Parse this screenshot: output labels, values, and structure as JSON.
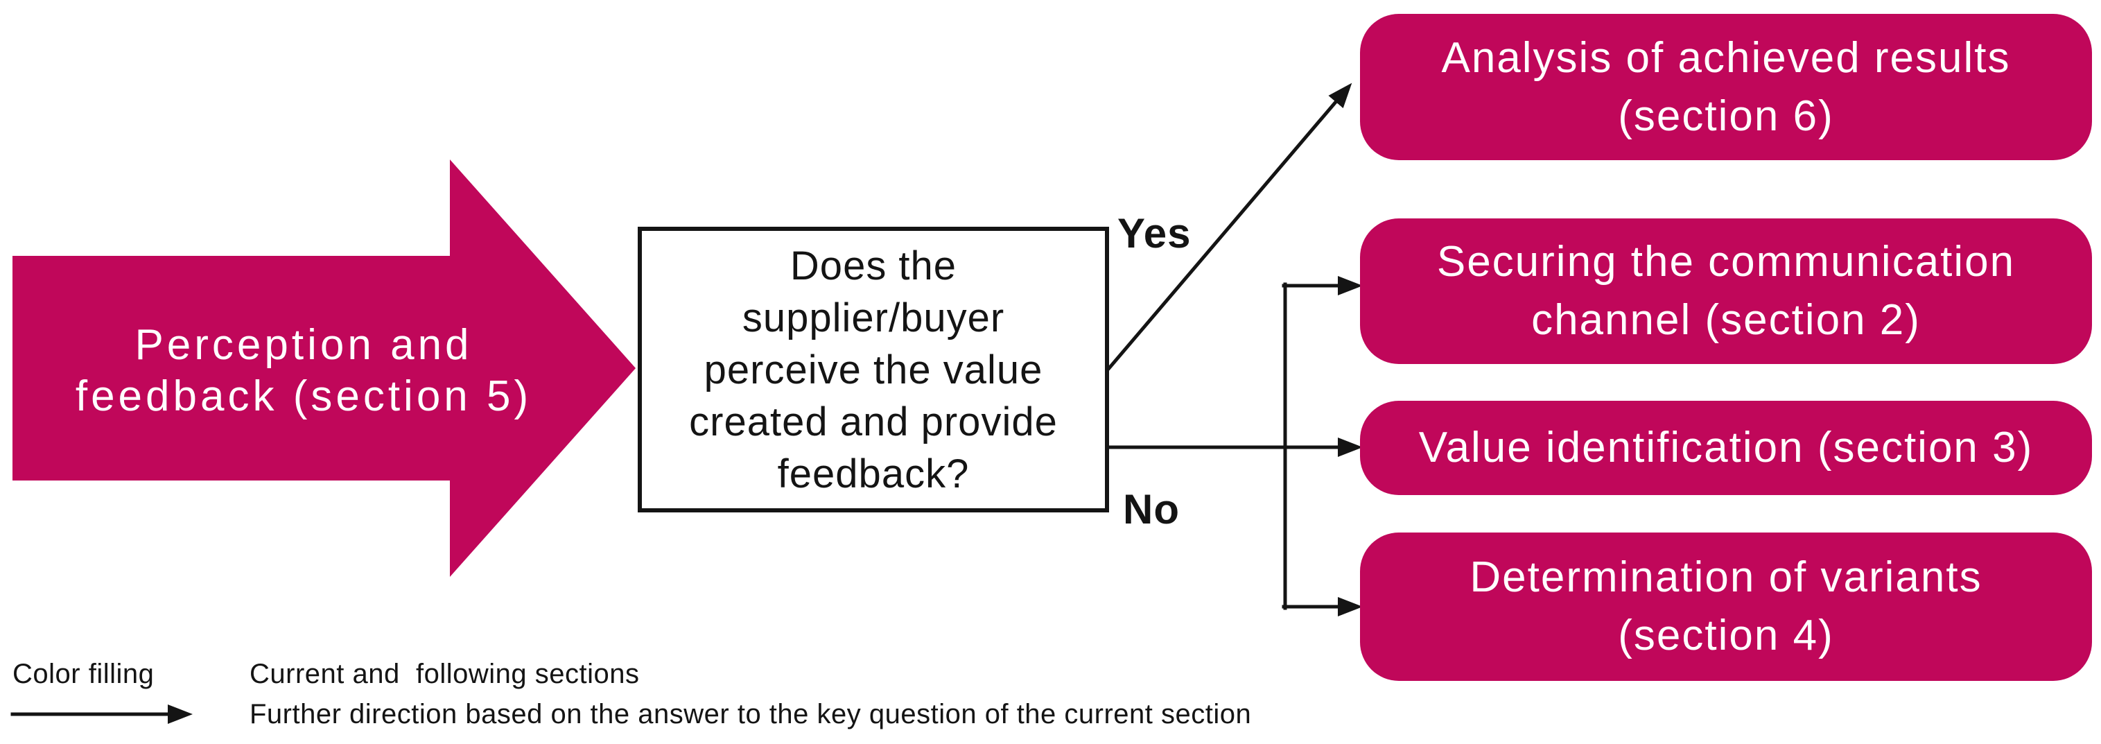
{
  "colors": {
    "pink": "#C0075A",
    "ink": "#141414"
  },
  "process_arrow": {
    "lines": [
      "Perception and",
      "feedback (section 5)"
    ]
  },
  "decision": {
    "lines": [
      "Does the",
      "supplier/buyer",
      "perceive the value",
      "created and provide",
      "feedback?"
    ]
  },
  "labels": {
    "yes": "Yes",
    "no": "No"
  },
  "outcomes": [
    {
      "lines": [
        "Analysis of achieved results",
        "(section 6)"
      ]
    },
    {
      "lines": [
        "Securing the communication",
        "channel (section 2)"
      ]
    },
    {
      "lines": [
        "Value identification (section 3)"
      ]
    },
    {
      "lines": [
        "Determination of variants",
        "(section 4)"
      ]
    }
  ],
  "legend": {
    "swatch_label": "Color filling",
    "swatch_desc": "Current and  following sections",
    "arrow_desc": "Further direction based on the answer to the key question of the current section"
  }
}
